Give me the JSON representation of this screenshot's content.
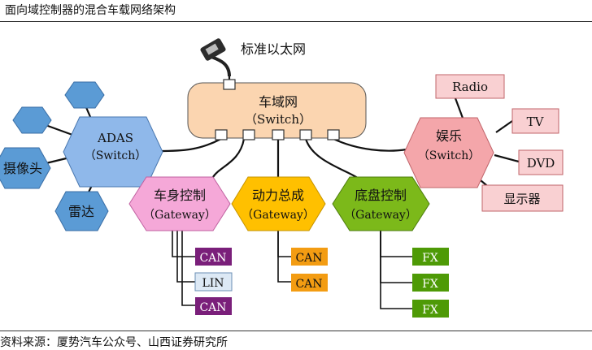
{
  "caption": "面向域控制器的混合车载网络架构",
  "source": "资料来源：厦势汽车公众号、山西证券研究所",
  "ethernet_label": "标准以太网",
  "core": {
    "title": "车域网",
    "sub": "（Switch）"
  },
  "adas": {
    "title": "ADAS",
    "sub": "（Switch）",
    "devices": [
      "摄像头",
      "雷达"
    ]
  },
  "infotainment": {
    "title": "娱乐",
    "sub": "（Switch）",
    "devices": [
      "Radio",
      "TV",
      "DVD",
      "显示器"
    ]
  },
  "body_ctrl": {
    "title": "车身控制",
    "sub": "（Gateway）",
    "buses": [
      "CAN",
      "LIN",
      "CAN"
    ]
  },
  "powertrain": {
    "title": "动力总成",
    "sub": "（Gateway）",
    "buses": [
      "CAN",
      "CAN"
    ]
  },
  "chassis": {
    "title": "底盘控制",
    "sub": "（Gateway）",
    "buses": [
      "FX",
      "FX",
      "FX"
    ]
  },
  "colors": {
    "core_fill": "#fbd5b0",
    "adas_fill": "#8fb8ea",
    "adas_node": "#5b9bd5",
    "info_fill": "#f4a6aa",
    "info_box": "#f9d0d2",
    "body_fill": "#f5a8d8",
    "power_fill": "#ffc000",
    "chassis_fill": "#7cb91a",
    "can_purple": "#7a1f7a",
    "lin_box": "#dde9f5",
    "can_orange": "#f39c12",
    "fx_green": "#4e9a06"
  }
}
